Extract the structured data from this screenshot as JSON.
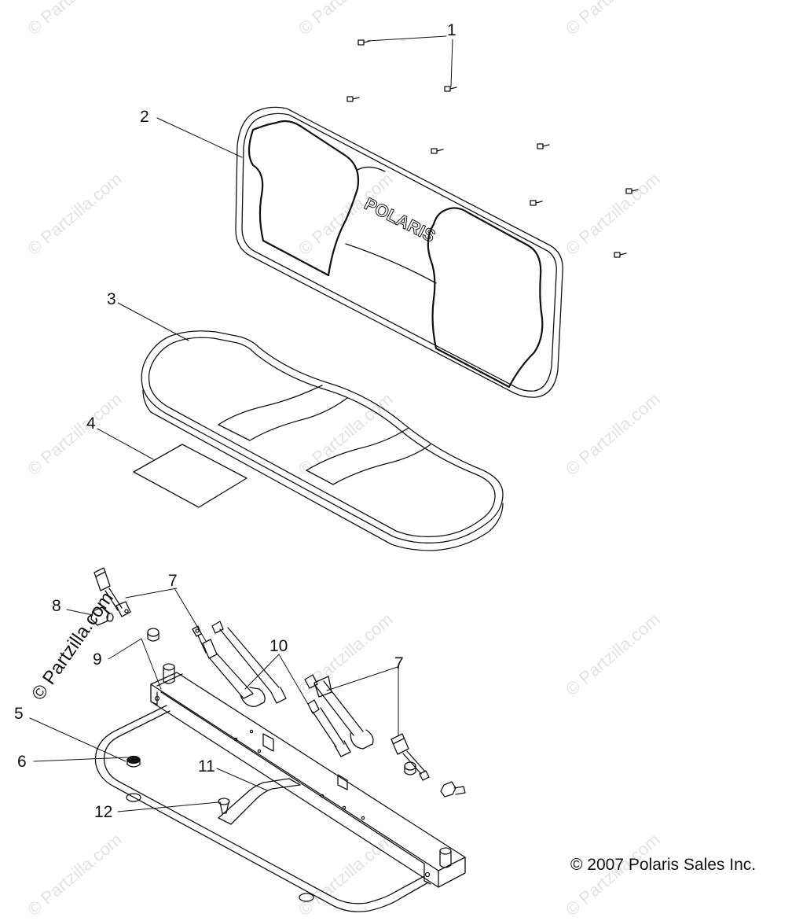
{
  "callouts": [
    "1",
    "2",
    "3",
    "4",
    "5",
    "6",
    "7",
    "7",
    "8",
    "9",
    "10",
    "11",
    "12"
  ],
  "backrest_logo": "POLARIS",
  "watermark": "© Partzilla.com",
  "copyright": "© 2007 Polaris Sales Inc."
}
